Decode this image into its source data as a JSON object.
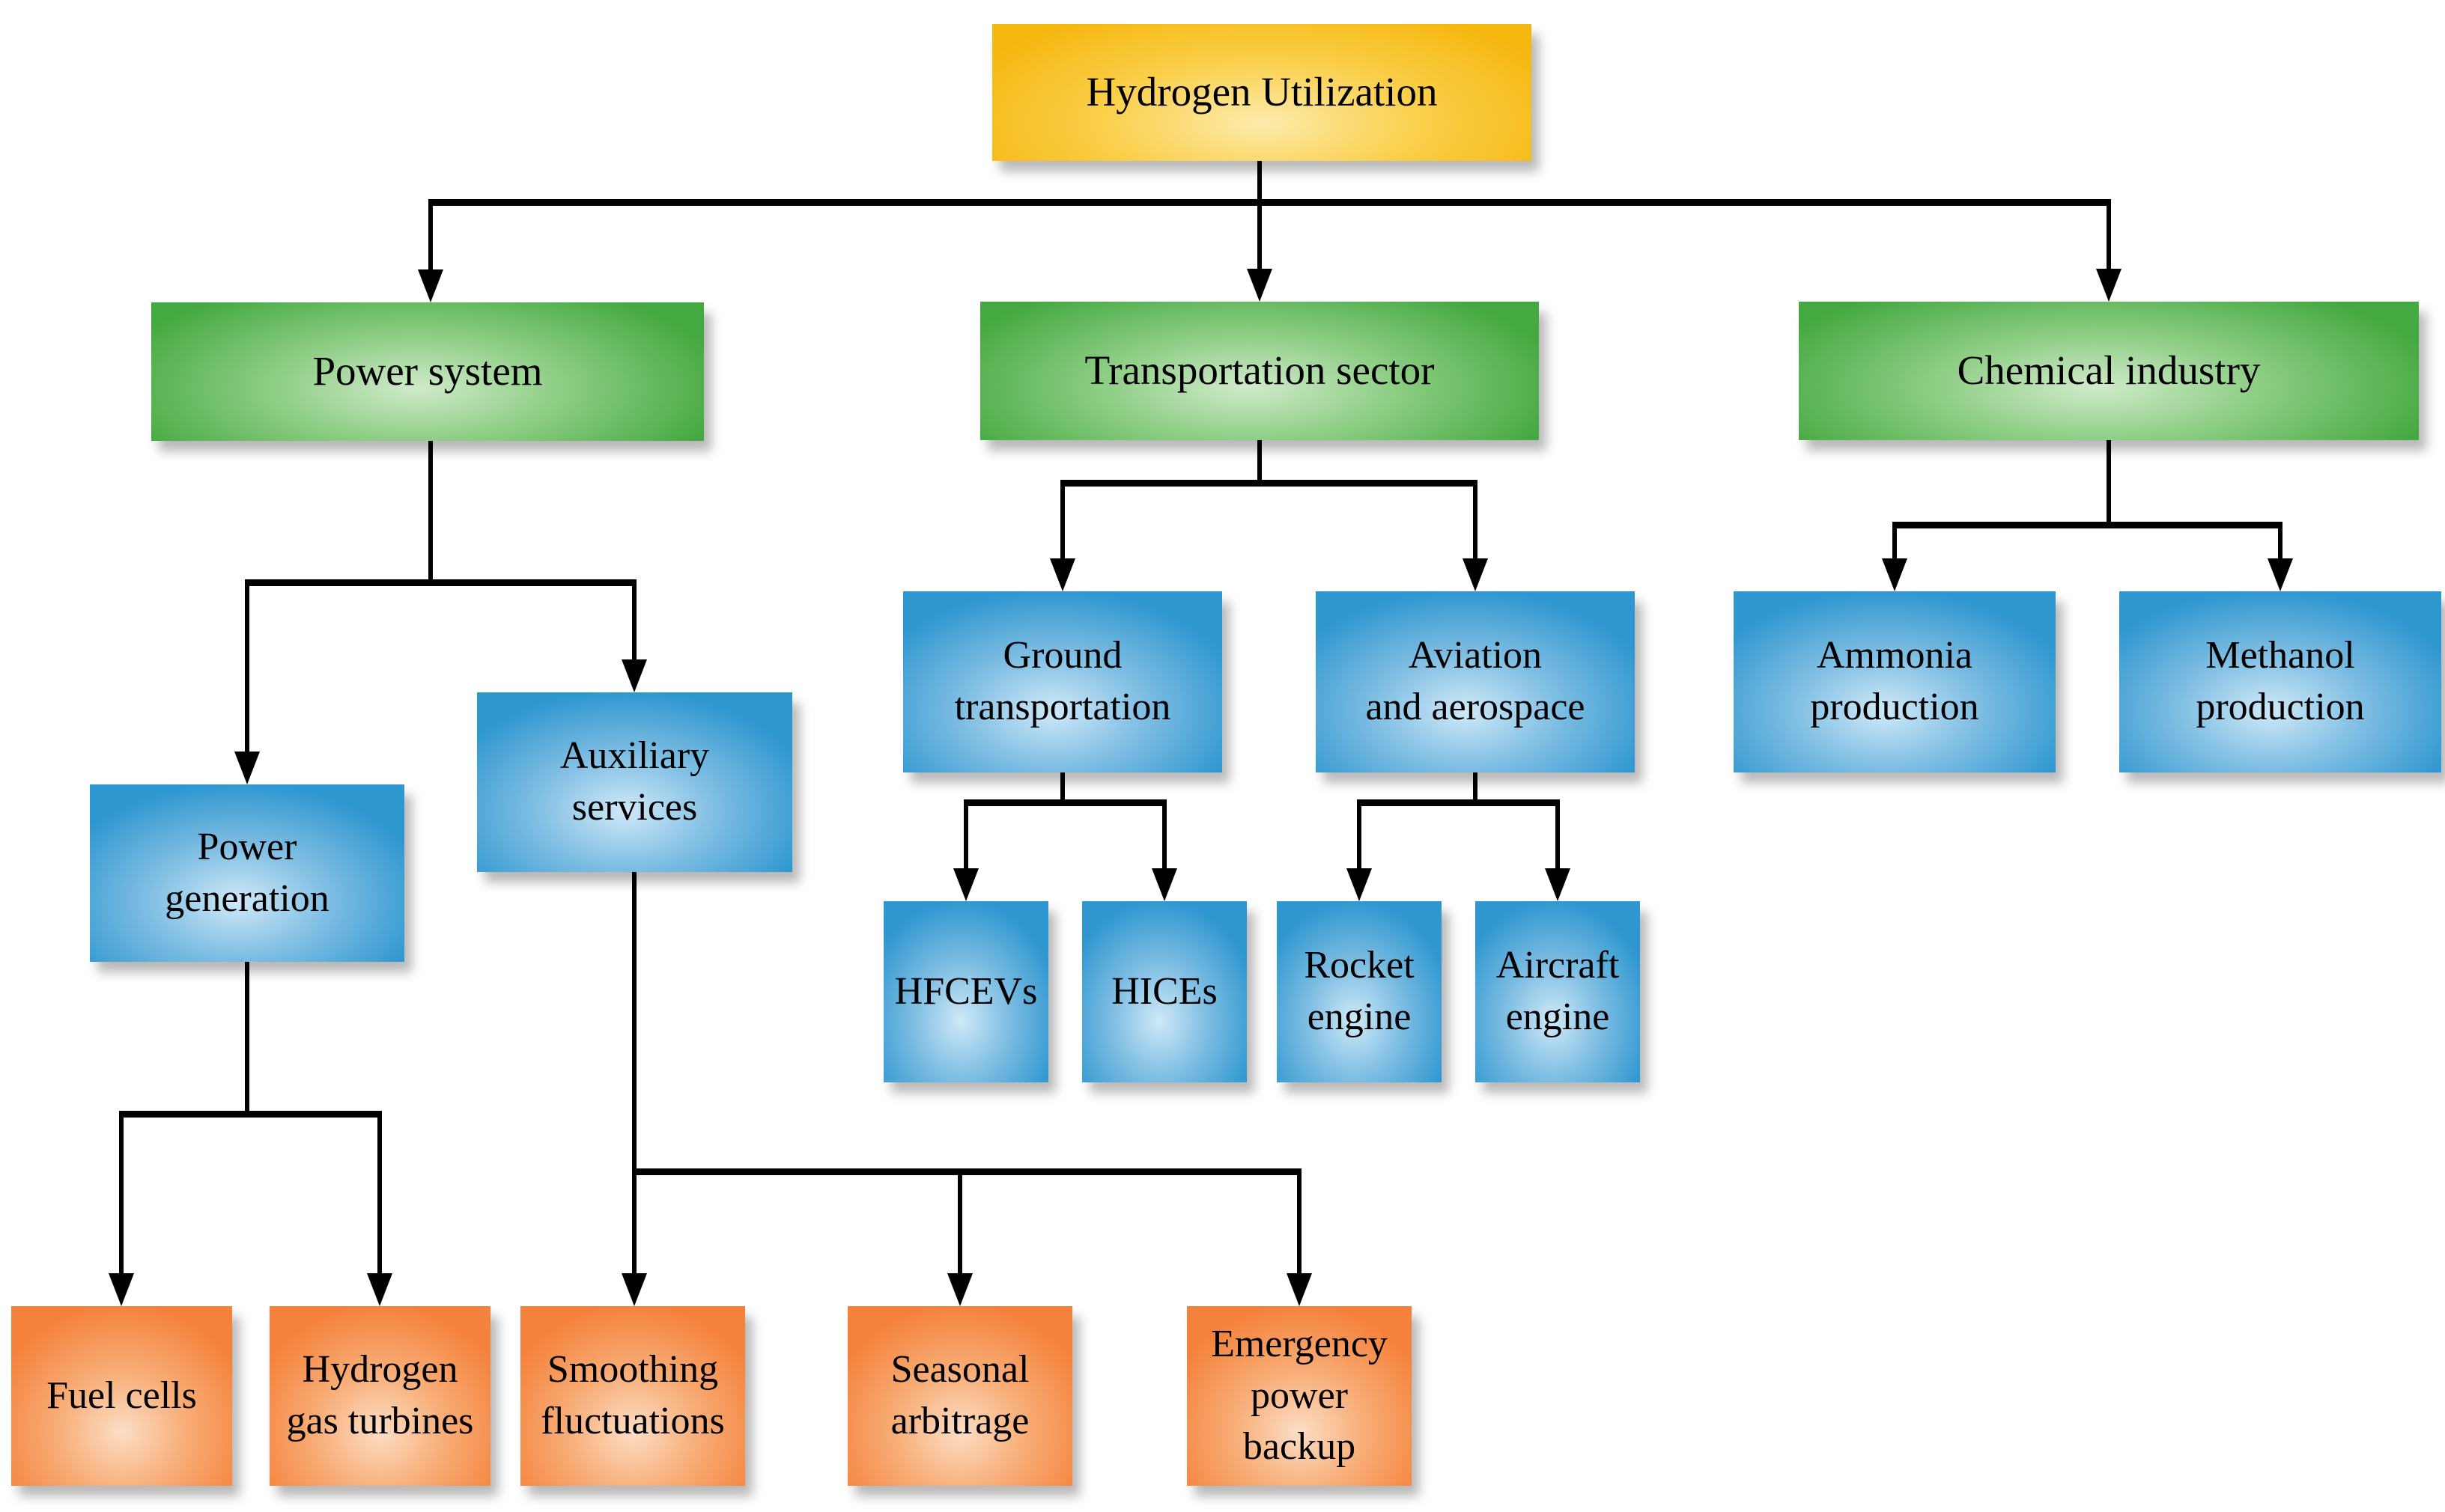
{
  "figure": {
    "type": "hierarchy-flowchart",
    "title": "Hydrogen Utilization"
  },
  "palette": {
    "root_fill": "#F6B70F",
    "root_glow": "#FDEBAC",
    "sector_fill": "#44A940",
    "sector_glow": "#D0EACA",
    "branch_fill": "#2F97D0",
    "branch_glow": "#CFE9F8",
    "leaf_fill": "#F5823C",
    "leaf_glow": "#FCDEC6",
    "connector": "#000000",
    "text": "#000000",
    "background": "#FFFFFF"
  },
  "nodes": {
    "hydrogen_utilization": {
      "label": "Hydrogen Utilization"
    },
    "power_system": {
      "label": "Power system"
    },
    "transportation_sector": {
      "label": "Transportation sector"
    },
    "chemical_industry": {
      "label": "Chemical industry"
    },
    "power_generation": {
      "label": "Power\ngeneration"
    },
    "auxiliary_services": {
      "label": "Auxiliary\nservices"
    },
    "ground_transportation": {
      "label": "Ground\ntransportation"
    },
    "aviation_and_aerospace": {
      "label": "Aviation\nand aerospace"
    },
    "ammonia_production": {
      "label": "Ammonia\nproduction"
    },
    "methanol_production": {
      "label": "Methanol\nproduction"
    },
    "hfcevs": {
      "label": "HFCEVs"
    },
    "hices": {
      "label": "HICEs"
    },
    "rocket_engine": {
      "label": "Rocket\nengine"
    },
    "aircraft_engine": {
      "label": "Aircraft\nengine"
    },
    "fuel_cells": {
      "label": "Fuel cells"
    },
    "hydrogen_gas_turbines": {
      "label": "Hydrogen\ngas turbines"
    },
    "smoothing_fluctuations": {
      "label": "Smoothing\nfluctuations"
    },
    "seasonal_arbitrage": {
      "label": "Seasonal\narbitrage"
    },
    "emergency_power_backup": {
      "label": "Emergency\npower\nbackup"
    }
  },
  "edges": [
    [
      "hydrogen_utilization",
      "power_system"
    ],
    [
      "hydrogen_utilization",
      "transportation_sector"
    ],
    [
      "hydrogen_utilization",
      "chemical_industry"
    ],
    [
      "power_system",
      "power_generation"
    ],
    [
      "power_system",
      "auxiliary_services"
    ],
    [
      "power_generation",
      "fuel_cells"
    ],
    [
      "power_generation",
      "hydrogen_gas_turbines"
    ],
    [
      "auxiliary_services",
      "smoothing_fluctuations"
    ],
    [
      "auxiliary_services",
      "seasonal_arbitrage"
    ],
    [
      "auxiliary_services",
      "emergency_power_backup"
    ],
    [
      "transportation_sector",
      "ground_transportation"
    ],
    [
      "transportation_sector",
      "aviation_and_aerospace"
    ],
    [
      "ground_transportation",
      "hfcevs"
    ],
    [
      "ground_transportation",
      "hices"
    ],
    [
      "aviation_and_aerospace",
      "rocket_engine"
    ],
    [
      "aviation_and_aerospace",
      "aircraft_engine"
    ],
    [
      "chemical_industry",
      "ammonia_production"
    ],
    [
      "chemical_industry",
      "methanol_production"
    ]
  ]
}
